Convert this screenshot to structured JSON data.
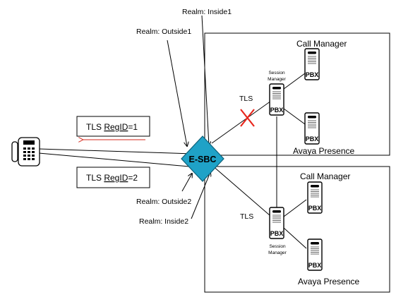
{
  "labels": {
    "realm_inside1": "Realm: Inside1",
    "realm_outside1": "Realm: Outside1",
    "realm_outside2": "Realm:  Outside2",
    "realm_inside2": "Realm:  Inside2",
    "tls_top": "TLS",
    "tls_bottom": "TLS",
    "esbc": "E-SBC"
  },
  "reg_boxes": {
    "top": {
      "prefix": "TLS ",
      "word": "RegID",
      "suffix": "=1"
    },
    "bottom": {
      "prefix": "TLS ",
      "word": "RegID",
      "suffix": "=2"
    }
  },
  "site_top": {
    "call_manager": "Call Manager",
    "avaya_presence": "Avaya  Presence",
    "session_manager_line1": "Session",
    "session_manager_line2": "Manager",
    "pbx_session": "PBX",
    "pbx_cm": "PBX",
    "pbx_presence": "PBX"
  },
  "site_bottom": {
    "call_manager": "Call Manager",
    "avaya_presence": "Avaya  Presence",
    "session_manager_line1": "Session",
    "session_manager_line2": "Manager",
    "pbx_session": "PBX",
    "pbx_cm": "PBX",
    "pbx_presence": "PBX"
  },
  "colors": {
    "esbc_fill": "#1fa2c7",
    "failure_x": "#e8261c",
    "reg_arrow": "#d42a1e"
  },
  "icons": {
    "phone": "desk-phone-icon",
    "server": "pbx-server-icon",
    "failure": "x-mark-icon"
  }
}
